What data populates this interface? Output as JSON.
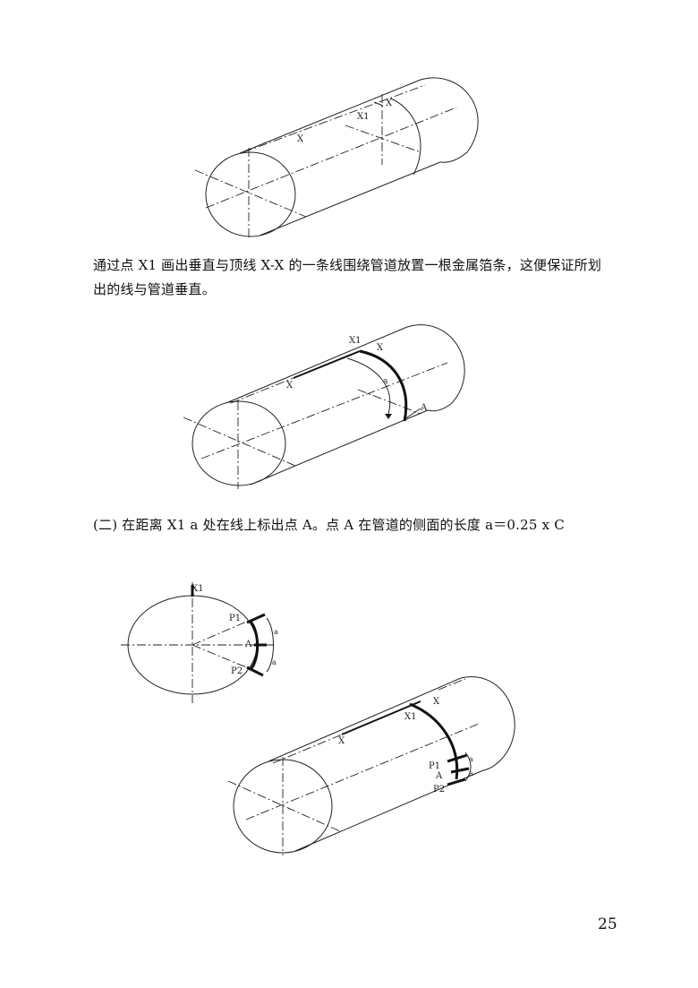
{
  "text": {
    "para1_line1": "通过点 X1 画出垂直与顶线 X-X 的一条线围绕管道放置一根金属箔条，这便保证所划",
    "para1_line2": "出的线与管道垂直。",
    "para2": "(二)  在距离 X1   a 处在线上标出点 A。点 A 在管道的侧面的长度 a＝0.25 x C",
    "page_number": "25"
  },
  "labels": {
    "x": "X",
    "x1": "X1",
    "a": "A",
    "a_lower": "a",
    "p1": "P1",
    "p2": "P2"
  }
}
